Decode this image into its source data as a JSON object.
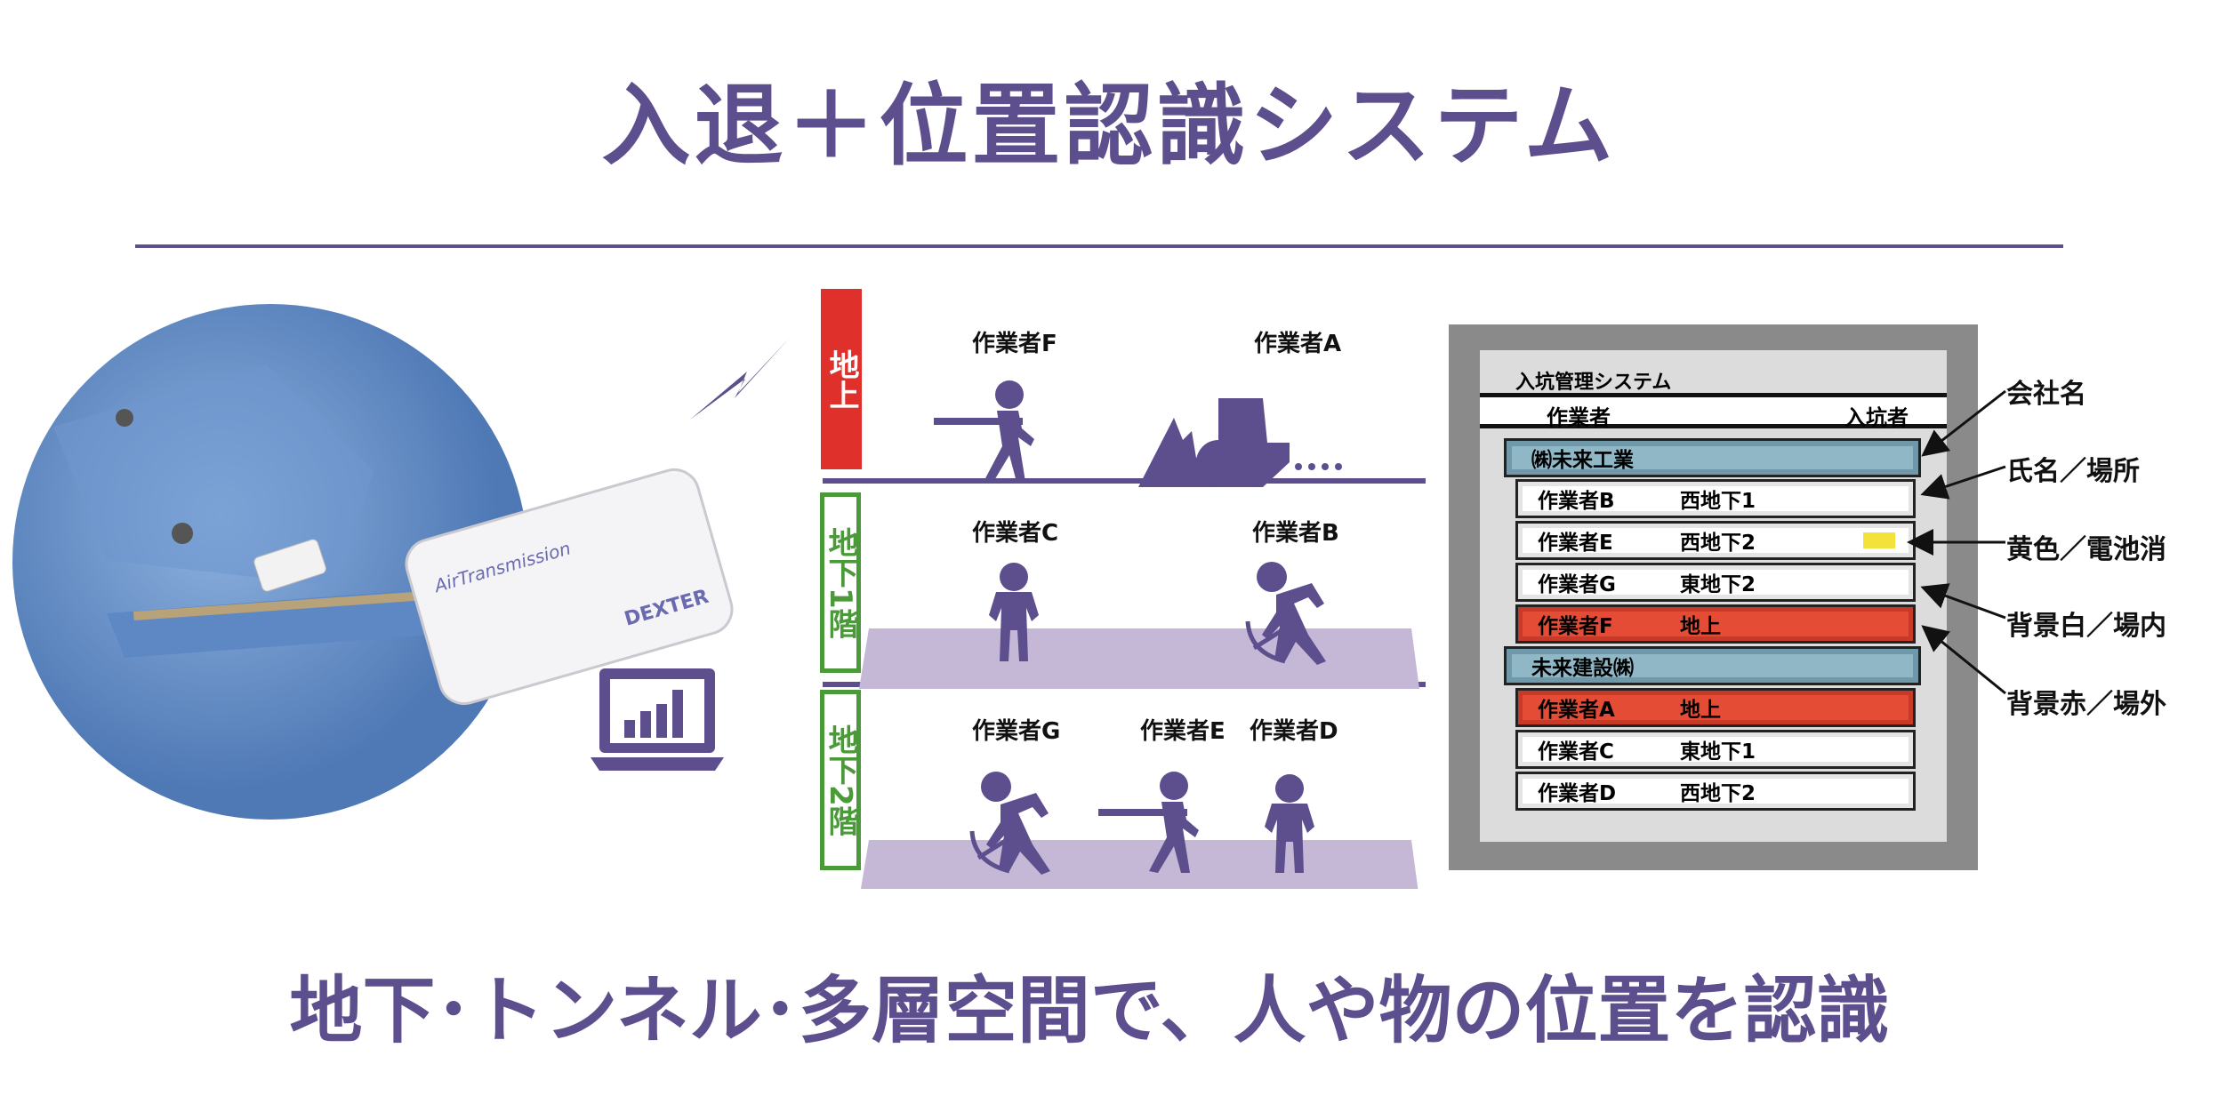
{
  "title": "入退＋位置認識システム",
  "subtitle": "地下･トンネル･多層空間で、人や物の位置を認識",
  "device": {
    "brand_top": "AirTransmission",
    "brand_bottom": "DEXTER"
  },
  "floors": [
    {
      "label": "地上",
      "color": "#e0302b",
      "workers": [
        "作業者F",
        "作業者A"
      ]
    },
    {
      "label": "地下1階",
      "color": "#4b9a3a",
      "workers": [
        "作業者C",
        "作業者B"
      ]
    },
    {
      "label": "地下2階",
      "color": "#4b9a3a",
      "workers": [
        "作業者G",
        "作業者E",
        "作業者D"
      ]
    }
  ],
  "system": {
    "title": "入坑管理システム",
    "col_worker": "作業者",
    "col_entered": "入坑者",
    "rows": [
      {
        "type": "company",
        "name": "㈱未来工業"
      },
      {
        "type": "worker",
        "name": "作業者B",
        "location": "西地下1",
        "status": "inside"
      },
      {
        "type": "worker",
        "name": "作業者E",
        "location": "西地下2",
        "status": "battery"
      },
      {
        "type": "worker",
        "name": "作業者G",
        "location": "東地下2",
        "status": "inside"
      },
      {
        "type": "worker",
        "name": "作業者F",
        "location": "地上",
        "status": "outside"
      },
      {
        "type": "company",
        "name": "未来建設㈱"
      },
      {
        "type": "worker",
        "name": "作業者A",
        "location": "地上",
        "status": "outside"
      },
      {
        "type": "worker",
        "name": "作業者C",
        "location": "東地下1",
        "status": "inside"
      },
      {
        "type": "worker",
        "name": "作業者D",
        "location": "西地下2",
        "status": "inside"
      }
    ]
  },
  "annotations": [
    "会社名",
    "氏名／場所",
    "黄色／電池消",
    "背景白／場内",
    "背景赤／場外"
  ],
  "colors": {
    "accent": "#5d4f8e",
    "red": "#e54c36",
    "company": "#8fb7c6",
    "battery": "#f2e23a",
    "floor": "#c5b8d6"
  }
}
